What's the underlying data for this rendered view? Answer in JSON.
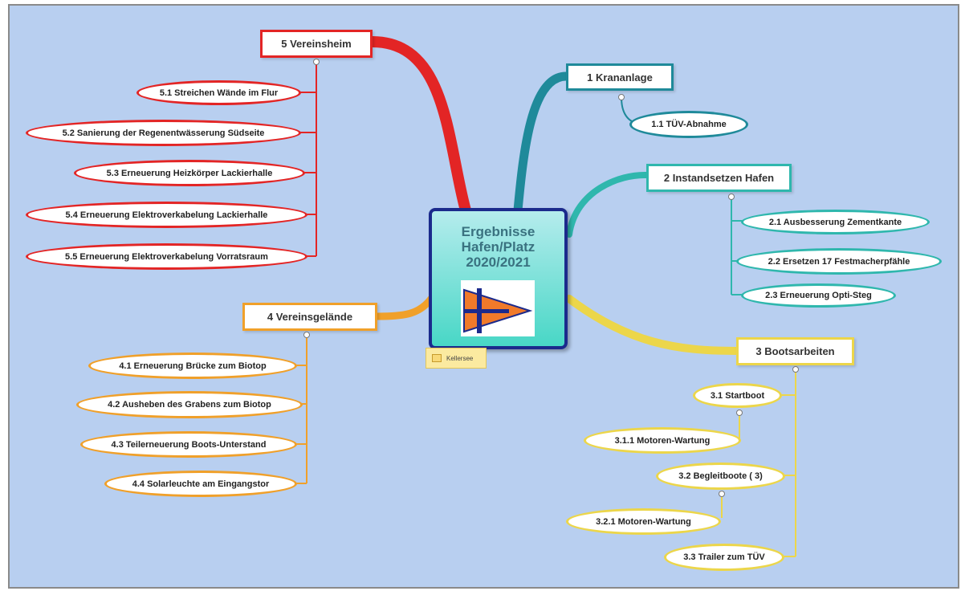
{
  "center": {
    "title": "Ergebnisse\nHafen/Platz\n2020/2021",
    "icon": "sailing-flag-icon"
  },
  "note": {
    "label": "Kellersee",
    "icon": "note-icon"
  },
  "colors": {
    "red": "#e32525",
    "teal_dark": "#1f8a9a",
    "teal": "#2fb7ad",
    "yellow": "#ecd64a",
    "orange": "#f0a02a",
    "border_navy": "#1b2a8c"
  },
  "branches": {
    "b1": {
      "label": "1 Krananlage",
      "items": [
        "1.1  TÜV-Abnahme"
      ]
    },
    "b2": {
      "label": "2 Instandsetzen Hafen",
      "items": [
        "2.1  Ausbesserung Zementkante",
        "2.2  Ersetzen 17 Festmacherpfähle",
        "2.3  Erneuerung Opti-Steg"
      ]
    },
    "b3": {
      "label": "3 Bootsarbeiten",
      "items": [
        "3.1   Startboot",
        "3.1.1  Motoren-Wartung",
        "3.2  Begleitboote ( 3)",
        "3.2.1  Motoren-Wartung",
        "3.3  Trailer zum TÜV"
      ]
    },
    "b4": {
      "label": "4 Vereinsgelände",
      "items": [
        "4.1  Erneuerung Brücke zum Biotop",
        "4.2  Ausheben des Grabens zum Biotop",
        "4.3  Teilerneuerung Boots-Unterstand",
        "4.4  Solarleuchte am Eingangstor"
      ]
    },
    "b5": {
      "label": "5 Vereinsheim",
      "items": [
        "5.1  Streichen Wände im Flur",
        "5.2  Sanierung der Regenentwässerung Südseite",
        "5.3  Erneuerung Heizkörper Lackierhalle",
        "5.4  Erneuerung Elektroverkabelung Lackierhalle",
        "5.5  Erneuerung Elektroverkabelung Vorratsraum"
      ]
    }
  }
}
